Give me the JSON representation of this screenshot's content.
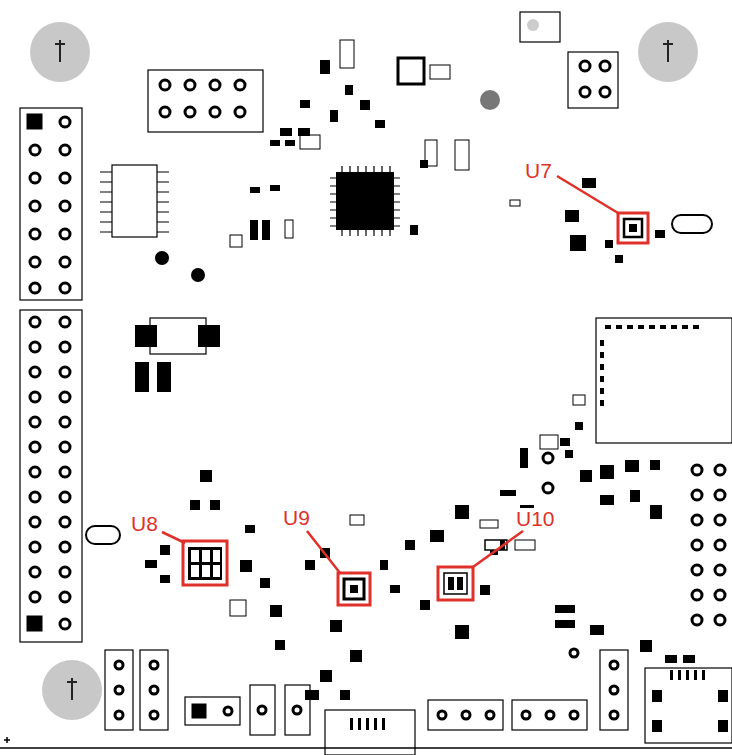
{
  "diagram": {
    "labels": [
      "U7",
      "U8",
      "U9",
      "U10"
    ]
  }
}
